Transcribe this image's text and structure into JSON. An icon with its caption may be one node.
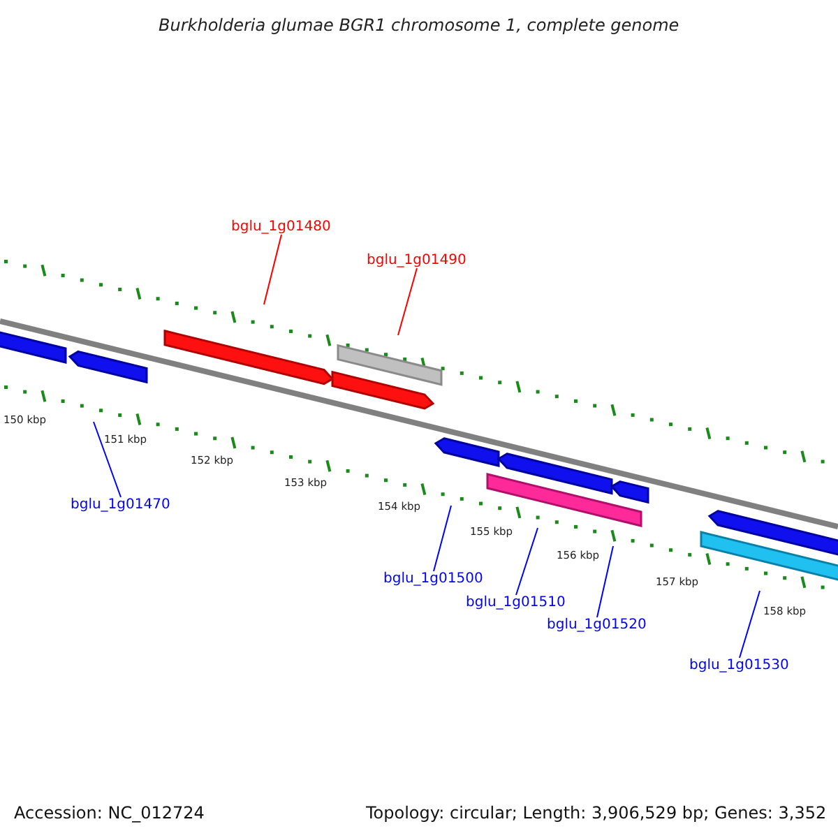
{
  "diagram": {
    "title": "Burkholderia glumae BGR1 chromosome 1, complete genome",
    "nodes": [
      {
        "text": [
          "bglu_1g01480"
        ]
      },
      {
        "text": [
          "bglu_1g01490"
        ]
      },
      {
        "text": [
          "bglu_1g01470"
        ]
      },
      {
        "text": [
          "bglu_1g01500"
        ]
      },
      {
        "text": [
          "bglu_1g01510"
        ]
      },
      {
        "text": [
          "bglu_1g01520"
        ]
      },
      {
        "text": [
          "bglu_1g01530"
        ]
      }
    ],
    "edges": [
      {
        "from": 0,
        "to": null,
        "arrow": "none",
        "color": "#ff0000"
      },
      {
        "from": 1,
        "to": null,
        "arrow": "none",
        "color": "#ff0000"
      },
      {
        "from": 2,
        "to": null,
        "arrow": "none"
      },
      {
        "from": 3,
        "to": null,
        "arrow": "none"
      },
      {
        "from": 4,
        "to": null,
        "arrow": "none"
      },
      {
        "from": 5,
        "to": null,
        "arrow": "none"
      },
      {
        "from": 6,
        "to": null,
        "arrow": "none"
      }
    ],
    "labels": [
      "150 kbp",
      "151 kbp",
      "152 kbp",
      "153 kbp",
      "154 kbp",
      "155 kbp",
      "156 kbp",
      "157 kbp",
      "158 kbp",
      "Accession: NC_012724",
      "Topology: circular; Length: 3,906,529 bp; Genes: 3,352"
    ]
  }
}
